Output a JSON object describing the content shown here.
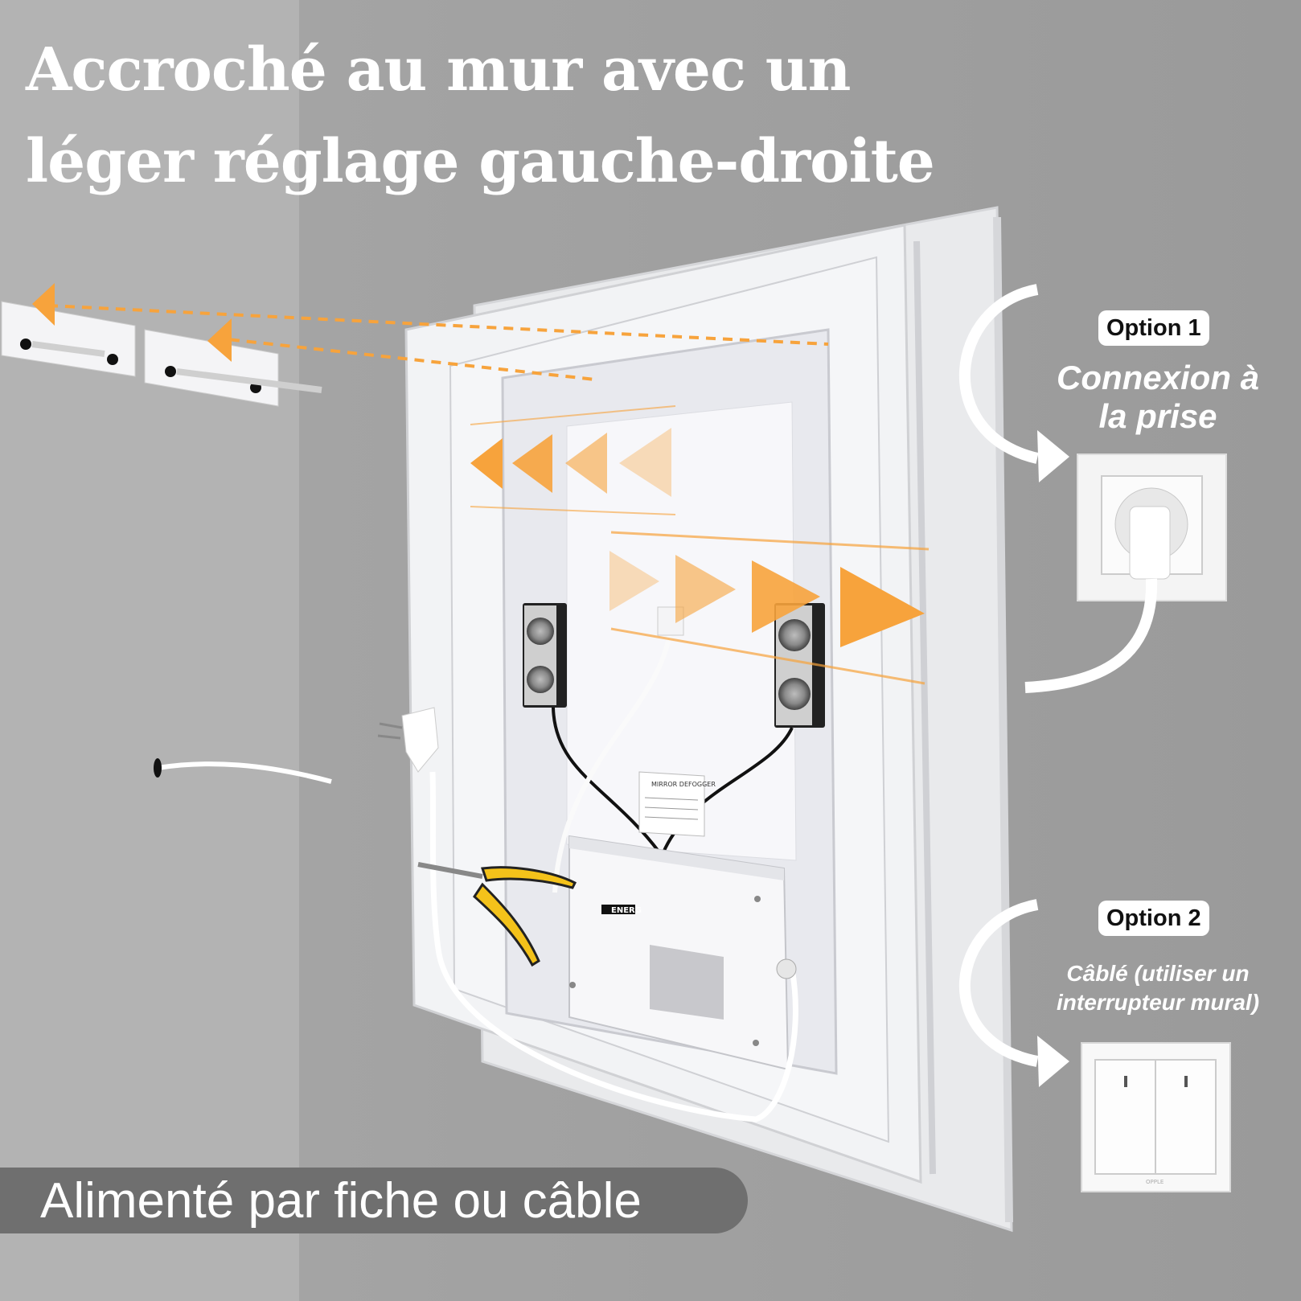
{
  "headline": {
    "line1": "Accroché au mur avec un",
    "line2": "léger réglage gauche-droite"
  },
  "option1": {
    "badge": "Option 1",
    "caption_line1": "Connexion à",
    "caption_line2": "la prise"
  },
  "option2": {
    "badge": "Option 2",
    "caption_line1": "Câblé (utiliser un",
    "caption_line2": "interrupteur mural)"
  },
  "footer": {
    "text": "Alimenté par fiche ou câble"
  },
  "product_label": {
    "title": "MIRROR DEFOGGER",
    "brand": "ENERG"
  },
  "switch_brand": "OPPLE",
  "colors": {
    "background": "#9d9d9d",
    "accent_orange": "#f7a33c",
    "frame_white": "#f2f3f5",
    "footer_banner": "#6f6f6f"
  },
  "icons": [
    "arrow-left-icon",
    "arrow-right-icon",
    "curved-arrow-icon",
    "wall-socket-icon",
    "wall-switch-icon",
    "plug-icon",
    "pliers-icon",
    "speaker-icon"
  ]
}
